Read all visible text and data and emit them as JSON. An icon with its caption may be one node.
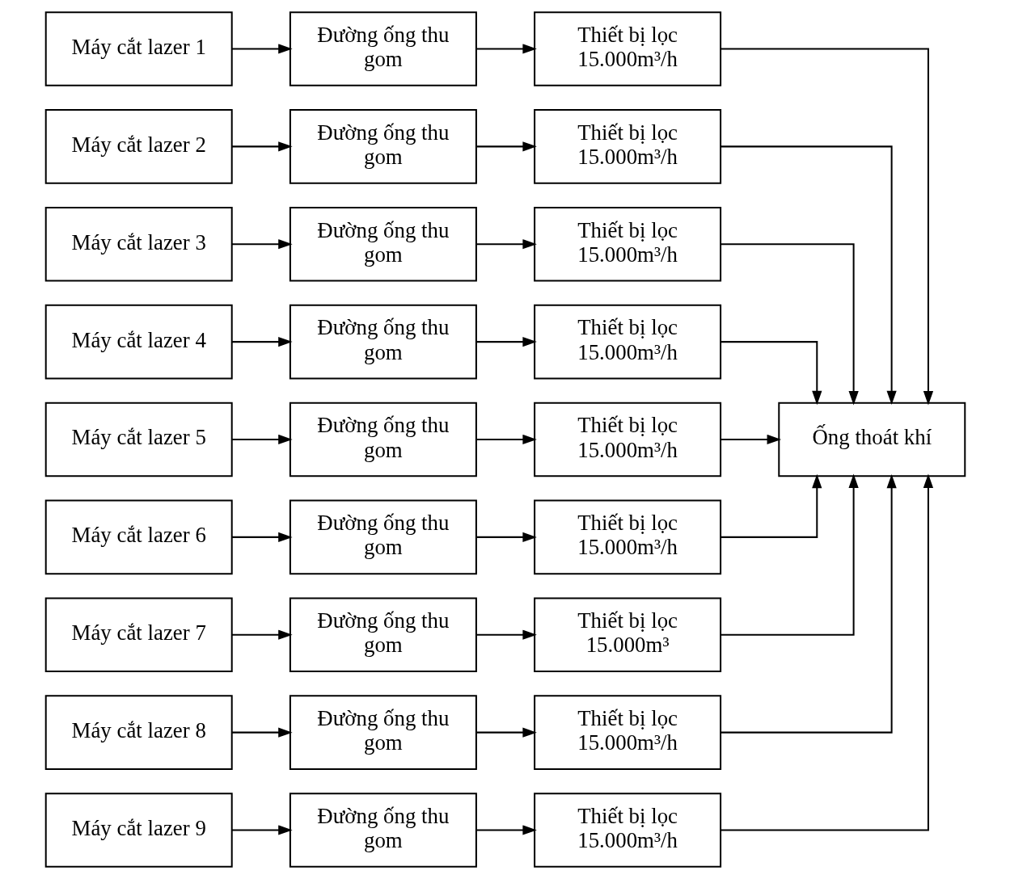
{
  "diagram": {
    "nodes": [
      {
        "text": [
          "Máy cắt lazer 1"
        ]
      },
      {
        "text": [
          "Đường ống thu gom"
        ]
      },
      {
        "text": [
          "Thiết bị lọc 15.000m³/h"
        ]
      },
      {
        "text": [
          "Máy cắt lazer 2"
        ]
      },
      {
        "text": [
          "Đường ống thu gom"
        ]
      },
      {
        "text": [
          "Thiết bị lọc 15.000m³/h"
        ]
      },
      {
        "text": [
          "Máy cắt lazer 3"
        ]
      },
      {
        "text": [
          "Đường ống thu gom"
        ]
      },
      {
        "text": [
          "Thiết bị lọc 15.000m³/h"
        ]
      },
      {
        "text": [
          "Máy cắt lazer 4"
        ]
      },
      {
        "text": [
          "Đường ống thu gom"
        ]
      },
      {
        "text": [
          "Thiết bị lọc 15.000m³/h"
        ]
      },
      {
        "text": [
          "Máy cắt lazer 5"
        ]
      },
      {
        "text": [
          "Đường ống thu gom"
        ]
      },
      {
        "text": [
          "Thiết bị lọc 15.000m³/h"
        ]
      },
      {
        "text": [
          "Máy cắt lazer 6"
        ]
      },
      {
        "text": [
          "Đường ống thu gom"
        ]
      },
      {
        "text": [
          "Thiết bị lọc 15.000m³/h"
        ]
      },
      {
        "text": [
          "Máy cắt lazer 7"
        ]
      },
      {
        "text": [
          "Đường ống thu gom"
        ]
      },
      {
        "text": [
          "Thiết bị lọc 15.000m³"
        ]
      },
      {
        "text": [
          "Máy cắt lazer 8"
        ]
      },
      {
        "text": [
          "Đường ống thu gom"
        ]
      },
      {
        "text": [
          "Thiết bị lọc 15.000m³/h"
        ]
      },
      {
        "text": [
          "Máy cắt lazer 9"
        ]
      },
      {
        "text": [
          "Đường ống thu gom"
        ]
      },
      {
        "text": [
          "Thiết bị lọc 15.000m³/h"
        ]
      },
      {
        "text": [
          "Ống thoát khí"
        ]
      }
    ],
    "edges": [
      {
        "from": 0,
        "to": 1,
        "arrow": "to"
      },
      {
        "from": 1,
        "to": 2,
        "arrow": "to"
      },
      {
        "from": 3,
        "to": 4,
        "arrow": "to"
      },
      {
        "from": 4,
        "to": 5,
        "arrow": "to"
      },
      {
        "from": 6,
        "to": 7,
        "arrow": "to"
      },
      {
        "from": 7,
        "to": 8,
        "arrow": "to"
      },
      {
        "from": 9,
        "to": 10,
        "arrow": "to"
      },
      {
        "from": 10,
        "to": 11,
        "arrow": "to"
      },
      {
        "from": 12,
        "to": 13,
        "arrow": "to"
      },
      {
        "from": 13,
        "to": 14,
        "arrow": "to"
      },
      {
        "from": 15,
        "to": 16,
        "arrow": "to"
      },
      {
        "from": 16,
        "to": 17,
        "arrow": "to"
      },
      {
        "from": 18,
        "to": 19,
        "arrow": "to"
      },
      {
        "from": 19,
        "to": 20,
        "arrow": "to"
      },
      {
        "from": 21,
        "to": 22,
        "arrow": "to"
      },
      {
        "from": 22,
        "to": 23,
        "arrow": "to"
      },
      {
        "from": 24,
        "to": 25,
        "arrow": "to"
      },
      {
        "from": 25,
        "to": 26,
        "arrow": "to"
      },
      {
        "from": 2,
        "to": 27,
        "arrow": "to"
      },
      {
        "from": 5,
        "to": 27,
        "arrow": "to"
      },
      {
        "from": 8,
        "to": 27,
        "arrow": "to"
      },
      {
        "from": 11,
        "to": 27,
        "arrow": "to"
      },
      {
        "from": 14,
        "to": 27,
        "arrow": "to"
      },
      {
        "from": 17,
        "to": 27,
        "arrow": "to"
      },
      {
        "from": 20,
        "to": 27,
        "arrow": "to"
      },
      {
        "from": 23,
        "to": 27,
        "arrow": "to"
      },
      {
        "from": 26,
        "to": 27,
        "arrow": "to"
      }
    ]
  }
}
